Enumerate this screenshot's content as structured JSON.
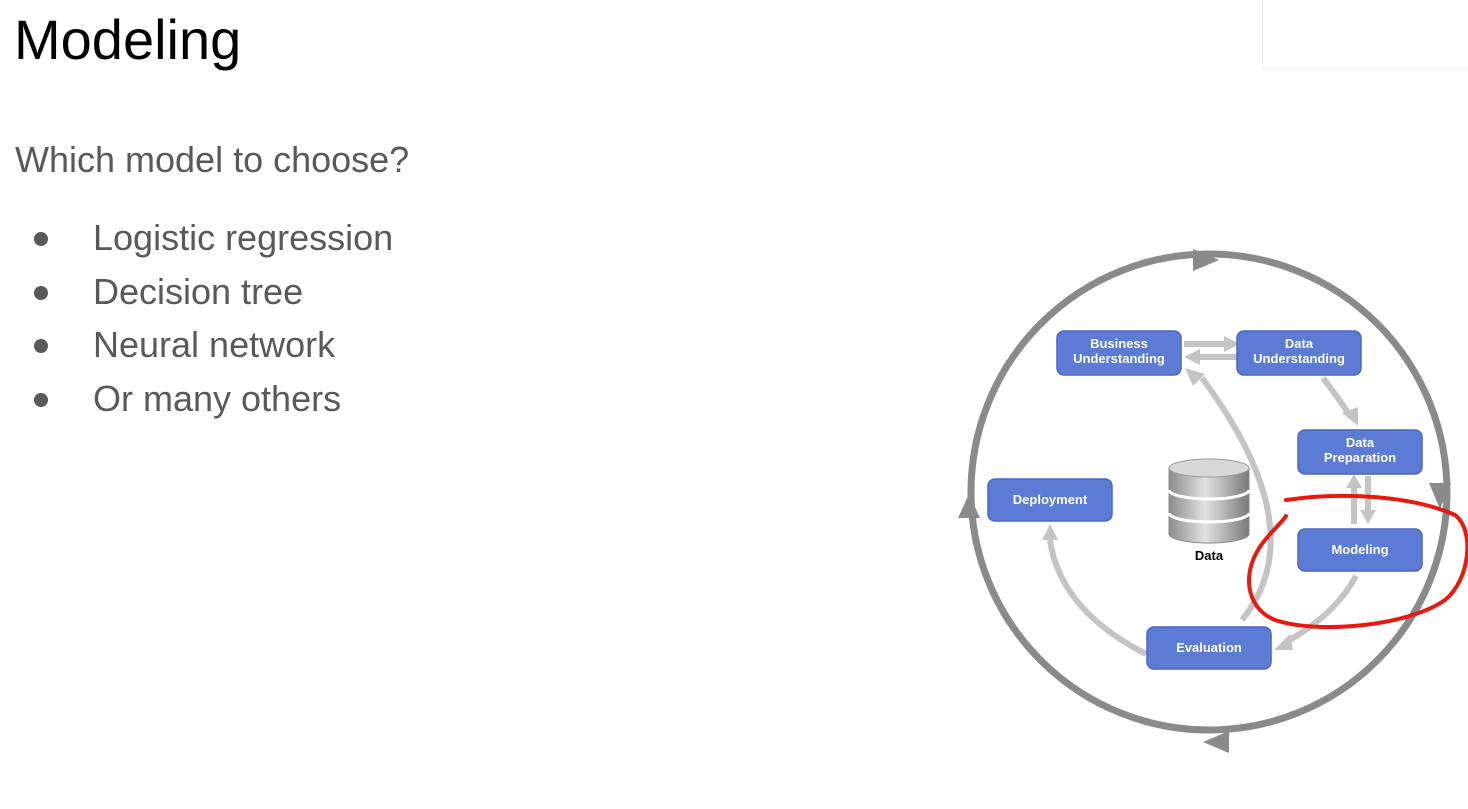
{
  "title": "Modeling",
  "question": "Which model to choose?",
  "bullets": [
    "Logistic regression",
    "Decision tree",
    "Neural network",
    "Or many others"
  ],
  "diagram": {
    "phases": {
      "business_understanding": [
        "Business",
        "Understanding"
      ],
      "data_understanding": [
        "Data",
        "Understanding"
      ],
      "data_preparation": [
        "Data",
        "Preparation"
      ],
      "modeling": "Modeling",
      "evaluation": "Evaluation",
      "deployment": "Deployment"
    },
    "data_label": "Data",
    "highlighted_phase": "Modeling",
    "colors": {
      "box_fill": "#5b7bd5",
      "box_border": "#4a67c0",
      "outer_cycle": "#8a8a8a",
      "inner_arrows": "#c4c4c4",
      "highlight": "#e8190e"
    }
  }
}
